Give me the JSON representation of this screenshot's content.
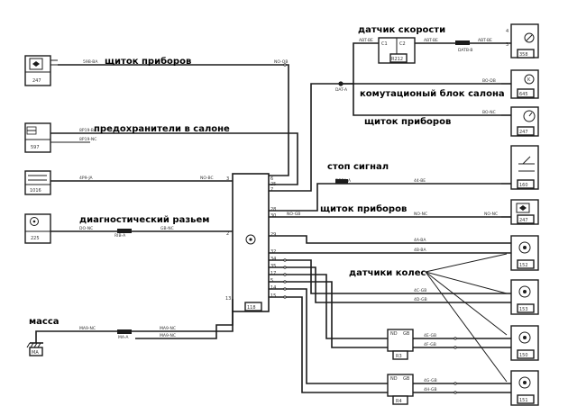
{
  "labels": {
    "speed_sensor": "датчик скорости",
    "instrument_panel_top": "щиток приборов",
    "body_control_unit": "комутационый блок салона",
    "instrument_panel_right_top": "щиток приборов",
    "cabin_fuses": "предохранители в салоне",
    "brake_light": "стоп сигнал",
    "instrument_panel_mid": "щиток приборов",
    "diagnostic_connector": "диагностический разьем",
    "wheel_sensors": "датчики колес",
    "ground": "масса"
  },
  "component_codes": {
    "left_1": "247",
    "left_2": "597",
    "left_3": "1016",
    "left_4": "225",
    "ground": "MA",
    "ecu": "118",
    "speed_sensor_conn": "R212",
    "speed_sensor": "358",
    "body_control_unit": "645",
    "instrument_panel_right": "247",
    "brake_switch": "160",
    "instrument_panel_mid": "247",
    "wheel_sensor_1": "152",
    "wheel_sensor_2": "153",
    "wheel_sensor_3": "150",
    "wheel_sensor_4": "151",
    "connector_a": "R3",
    "connector_b": "R4"
  },
  "icons": {
    "left_1": "instrument-panel-icon",
    "left_2": "fuse-box-icon",
    "left_3": "relay-icon",
    "left_4": "diagnostic-connector-icon",
    "ground": "ground-icon",
    "speed_sensor": "speed-sensor-icon",
    "body_control_unit": "control-unit-icon",
    "instrument_panel": "gauge-icon",
    "brake_switch": "brake-switch-icon",
    "wheel_sensor": "wheel-sensor-icon"
  }
}
